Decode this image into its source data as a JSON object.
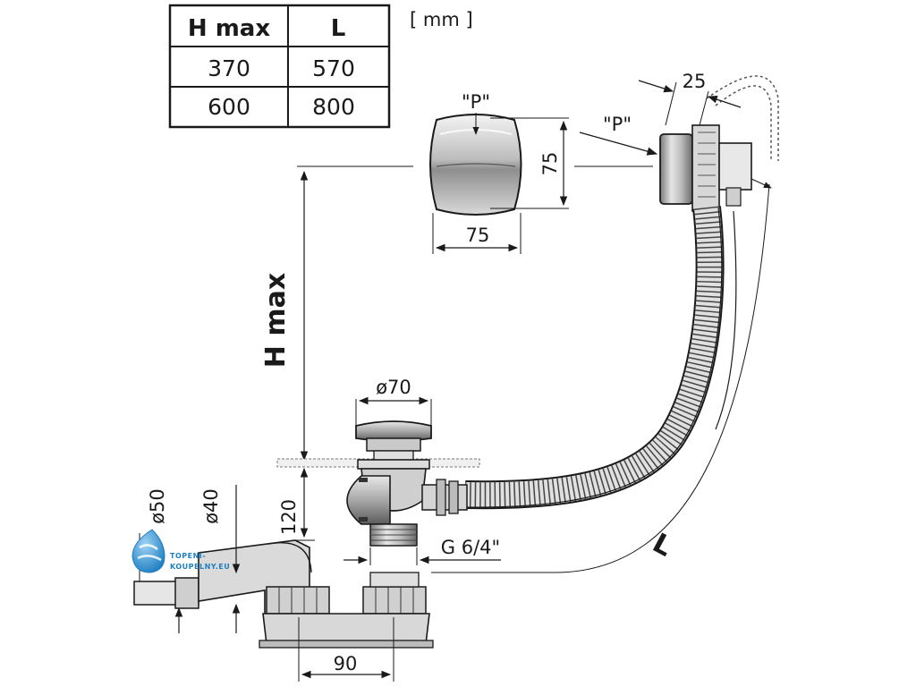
{
  "units": "[ mm ]",
  "table": {
    "headers": [
      "H max",
      "L"
    ],
    "rows": [
      [
        "370",
        "570"
      ],
      [
        "600",
        "800"
      ]
    ]
  },
  "dimensions": {
    "cap_label_top": "\"P\"",
    "cap_label_side": "\"P\"",
    "cap_width": "75",
    "cap_height": "75",
    "offset_25": "25",
    "h_max": "H max",
    "drain_diameter": "ø70",
    "height_120": "120",
    "pipe_50": "ø50",
    "pipe_40": "ø40",
    "thread": "G 6/4\"",
    "spacing_90": "90",
    "length": "L"
  },
  "logo": {
    "line1": "TOPENÍ-",
    "line2": "KOUPELNY.EU",
    "color": "#1e7fc2"
  }
}
